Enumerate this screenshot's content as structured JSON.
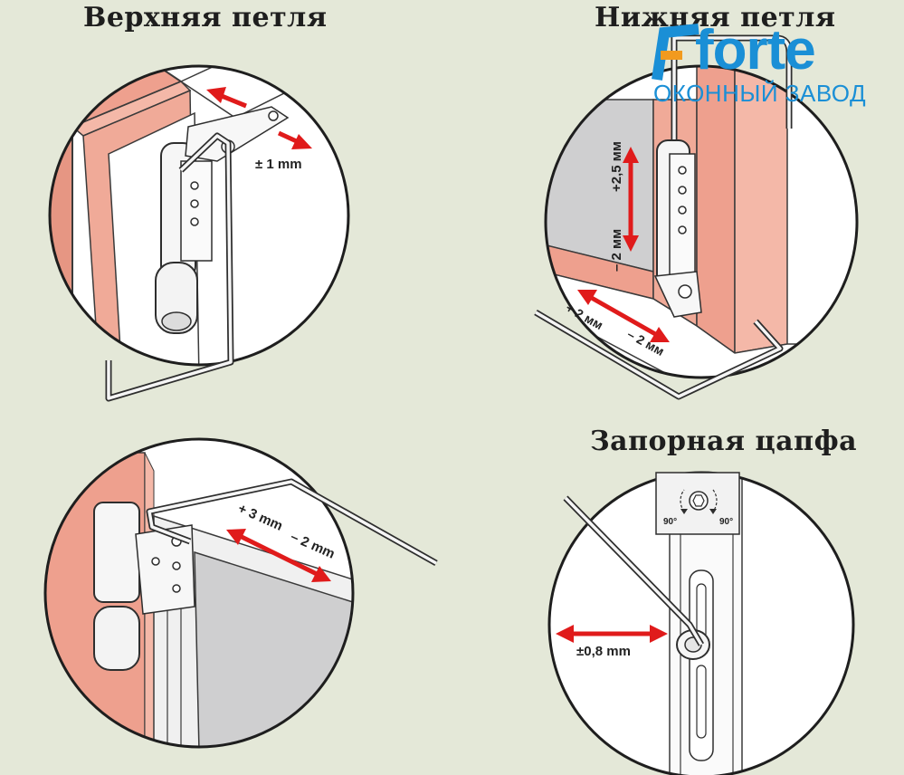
{
  "titles": {
    "top_hinge": "Верхняя петля",
    "bottom_hinge": "Нижняя петля",
    "latch_pin": "Запорная цапфа"
  },
  "logo": {
    "word": "forte",
    "subtitle": "ОКОННЫЙ ЗАВОД",
    "color": "#1a8fd6"
  },
  "labels": {
    "top_hinge_tolerance": "± 1 mm",
    "bottom_hinge_up": "+2,5 мм",
    "bottom_hinge_down": "– 2 мм",
    "bottom_hinge_plus": "+ 2 мм",
    "bottom_hinge_minus": "– 2 мм",
    "side_plus": "+ 3 mm",
    "side_minus": "– 2 mm",
    "latch_range": "±0,8 mm",
    "rot_left": "90°",
    "rot_right": "90°"
  },
  "colors": {
    "background": "#e4e8d8",
    "frame_pink": "#eea08e",
    "arrow_red": "#e01b1b",
    "glass_gray": "#cfcfd0"
  }
}
